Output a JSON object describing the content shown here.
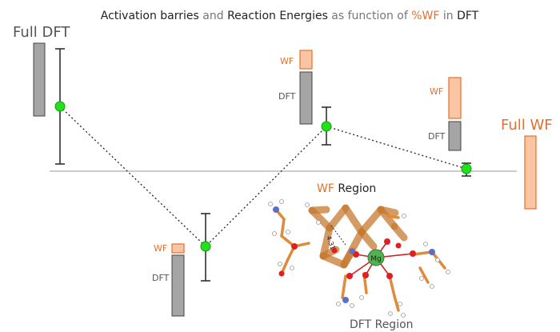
{
  "title": {
    "part1": "Activation barries",
    "part2": " and ",
    "part3": "Reaction Energies",
    "part4": " as function of ",
    "part5": "%WF",
    "part6": " in ",
    "part7": "DFT"
  },
  "labels": {
    "full_dft": "Full DFT",
    "full_wf": "Full WF",
    "wf": "WF",
    "dft": "DFT",
    "wf_region_wf": "WF",
    "wf_region_rest": " Region",
    "dft_region": "DFT Region",
    "metal": "Mg",
    "distance": "4.31"
  },
  "colors": {
    "orange": "#e2702e",
    "orange_fill": "#fbc5a3",
    "gray_fill": "#a5a5a5",
    "point": "#22e01c",
    "text": "#333333",
    "baseline": "#9a9a9a",
    "mg": "#55b055"
  }
}
